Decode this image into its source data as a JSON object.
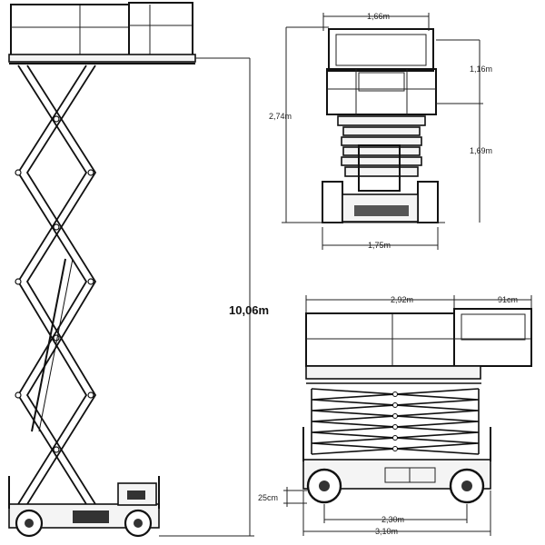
{
  "dimensions": {
    "total_height": "10,06m",
    "front_width_top": "1,66m",
    "front_height": "2,74m",
    "rail_height": "1,16m",
    "base_height": "1,69m",
    "base_width": "1,75m",
    "platform_length": "2,92m",
    "extension": "91cm",
    "ground_clearance": "25cm",
    "wheelbase": "2,30m",
    "overall_length": "3,10m"
  }
}
